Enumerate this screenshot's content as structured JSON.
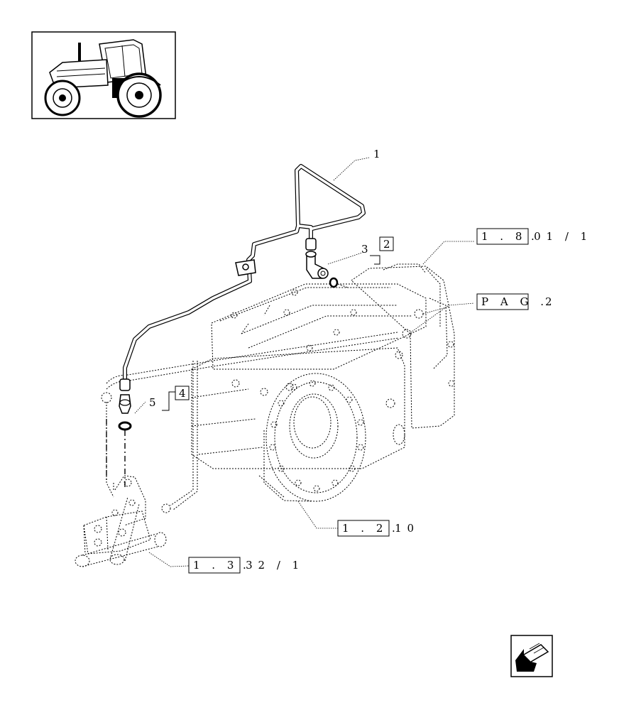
{
  "callouts": {
    "item1": "1",
    "item3": "3",
    "item5": "5",
    "qty2": "2",
    "qty4": "4"
  },
  "refs": {
    "ref_180_box": "1 . 8 0",
    "ref_180_rest": ". 1 / 1",
    "pag_box": "P A G .",
    "pag_rest": "2",
    "ref_121_box": "1 . 2 1",
    "ref_121_rest": ". 0",
    "ref_133_box": "1 . 3 3",
    "ref_133_rest": ". 2 / 1"
  },
  "icons": {
    "thumbnail": "tractor-thumbnail-icon",
    "nav": "previous-page-arrow-icon"
  }
}
